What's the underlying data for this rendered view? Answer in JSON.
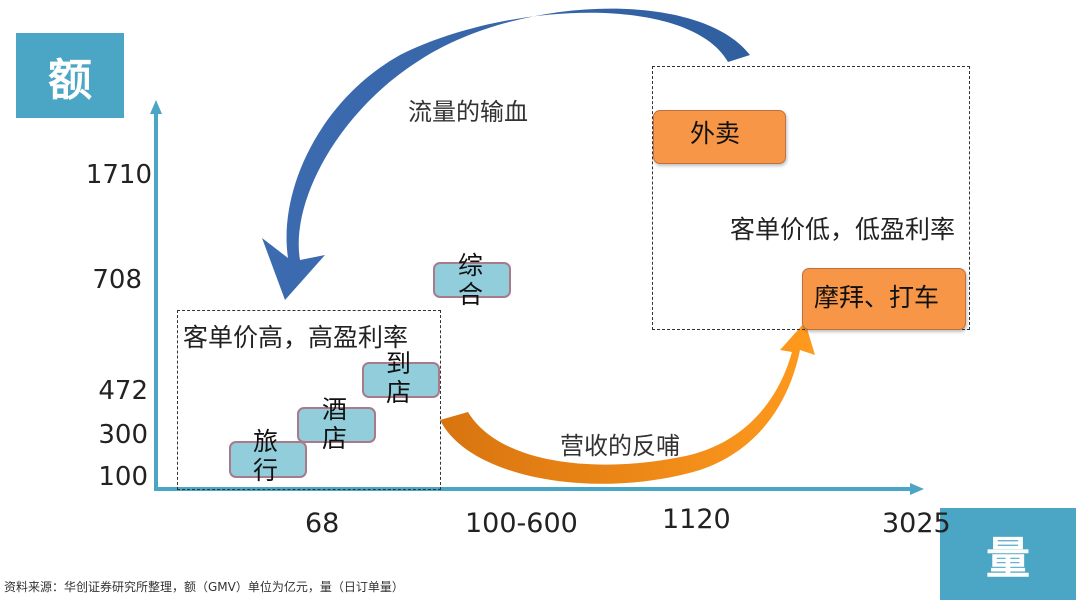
{
  "axes": {
    "y_axis_title": "额",
    "x_axis_title": "量",
    "y_ticks": [
      "1710",
      "708",
      "472",
      "300",
      "100"
    ],
    "x_ticks": [
      "68",
      "100-600",
      "1120",
      "3025"
    ]
  },
  "regions": {
    "high_value": {
      "label": "客单价高，高盈利率"
    },
    "low_value": {
      "label": "客单价低，低盈利率"
    }
  },
  "nodes": {
    "travel": "旅\n行",
    "hotel": "酒\n店",
    "in_store": "到\n店",
    "general": "综\n合",
    "food_delivery": "外卖",
    "bike_taxi": "摩拜、打车"
  },
  "flows": {
    "traffic": {
      "label": "流量的输血",
      "color": "#3f6fb0"
    },
    "revenue": {
      "label": "营收的反哺",
      "color": "#e8851a"
    }
  },
  "colors": {
    "axis": "#4aa6c4",
    "blue_node": "#92cddc",
    "orange_node": "#f79646"
  },
  "source_note": "资料来源：华创证券研究所整理，额（GMV）单位为亿元，量（日订单量）"
}
